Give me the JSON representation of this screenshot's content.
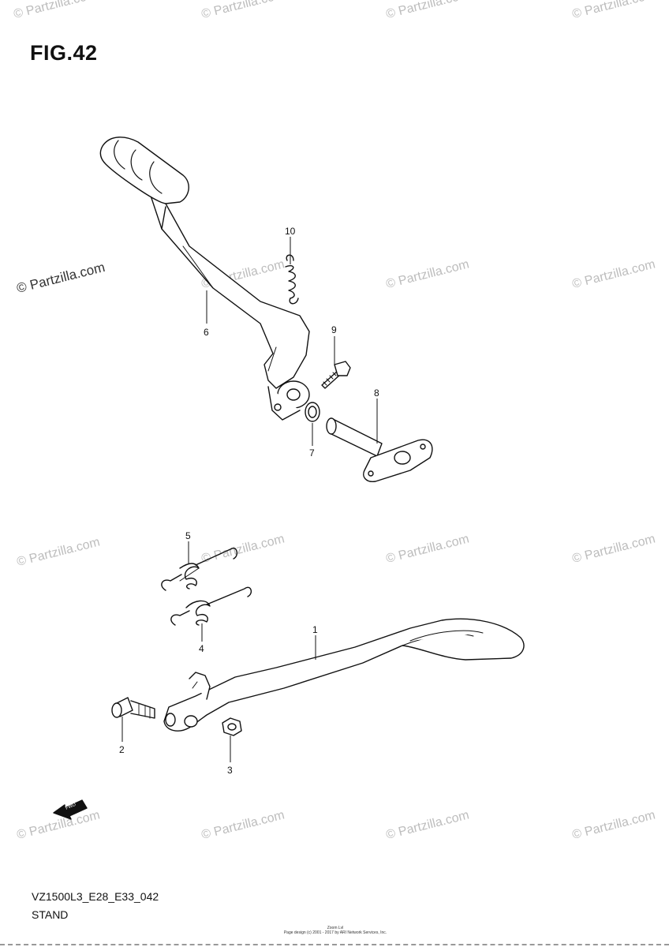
{
  "figure": {
    "title": "FIG.42"
  },
  "footer": {
    "diagram_code": "VZ1500L3_E28_E33_042",
    "section_title": "STAND",
    "copyright_line1": "Zoom Lvl",
    "copyright_line2": "Page design (c) 2001 - 2017 by ARI Network Services, Inc."
  },
  "watermark": {
    "text": "© Partzilla.com"
  },
  "callouts": [
    "1",
    "2",
    "3",
    "4",
    "5",
    "6",
    "7",
    "8",
    "9",
    "10"
  ],
  "fwd_label": "FWD"
}
